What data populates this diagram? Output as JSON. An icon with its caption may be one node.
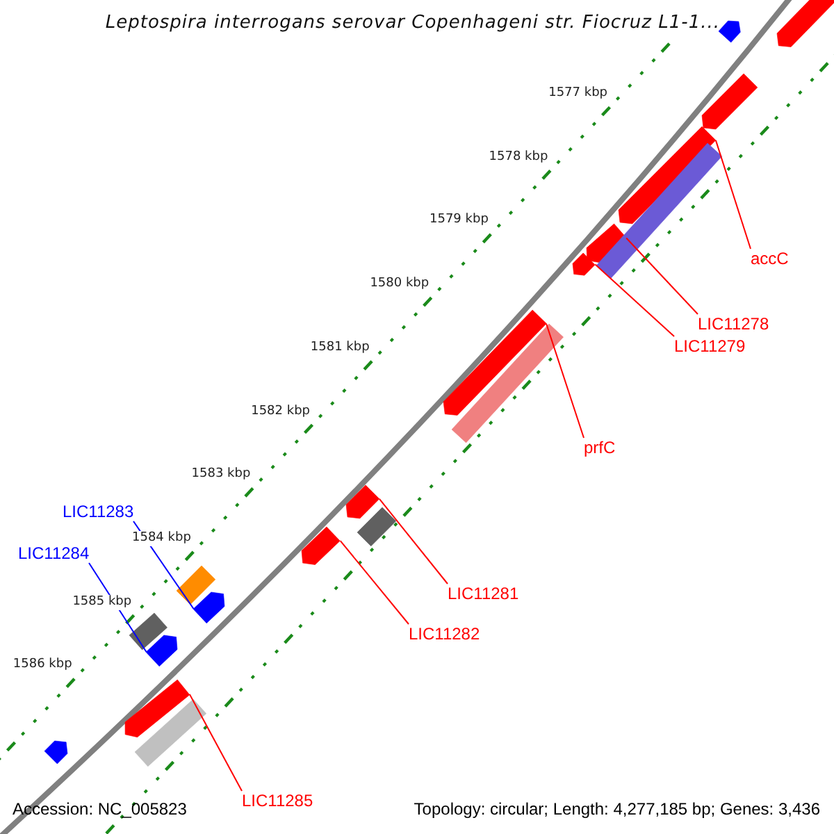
{
  "diagram": {
    "title": "Leptospira interrogans serovar Copenhageni str. Fiocruz L1-1...",
    "nodes": [
      {
        "text": [],
        "shape": "arrow"
      },
      {
        "text": [],
        "shape": "arrow"
      },
      {
        "text": [],
        "shape": "arrow"
      },
      {
        "text": [],
        "shape": "arrow"
      },
      {
        "text": [],
        "shape": "arrow"
      },
      {
        "text": [],
        "shape": "arrow"
      },
      {
        "text": [],
        "shape": "bar"
      },
      {
        "text": [],
        "shape": "arrow"
      },
      {
        "text": [],
        "shape": "bar"
      },
      {
        "text": [],
        "shape": "arrow"
      },
      {
        "text": [],
        "shape": "bar"
      },
      {
        "text": [],
        "shape": "arrow"
      },
      {
        "text": [],
        "shape": "arrow"
      },
      {
        "text": [],
        "shape": "bar"
      },
      {
        "text": [],
        "shape": "bar"
      },
      {
        "text": [],
        "shape": "arrow"
      },
      {
        "text": [],
        "shape": "bar"
      },
      {
        "text": [],
        "shape": "arrow"
      },
      {
        "text": [],
        "shape": "arrow"
      },
      {
        "text": [
          "accC"
        ]
      },
      {
        "text": [
          "LIC11278"
        ]
      },
      {
        "text": [
          "LIC11279"
        ]
      },
      {
        "text": [
          "prfC"
        ]
      },
      {
        "text": [
          "LIC11281"
        ]
      },
      {
        "text": [
          "LIC11282"
        ]
      },
      {
        "text": [
          "LIC11285"
        ]
      },
      {
        "text": [
          "LIC11283"
        ]
      },
      {
        "text": [
          "LIC11284"
        ]
      }
    ],
    "edges": [
      {
        "from": 19,
        "to": 3,
        "arrow": "none"
      },
      {
        "from": 20,
        "to": 4,
        "arrow": "none"
      },
      {
        "from": 21,
        "to": 5,
        "arrow": "none"
      },
      {
        "from": 22,
        "to": 7,
        "arrow": "none"
      },
      {
        "from": 23,
        "to": 9,
        "arrow": "none"
      },
      {
        "from": 24,
        "to": 11,
        "arrow": "none"
      },
      {
        "from": 25,
        "to": 12,
        "arrow": "none"
      },
      {
        "from": 26,
        "to": 15,
        "arrow": "none",
        "color": "#0000ff"
      },
      {
        "from": 27,
        "to": 17,
        "arrow": "none",
        "color": "#0000ff"
      }
    ],
    "labels": [
      "1577 kbp",
      "1578 kbp",
      "1579 kbp",
      "1580 kbp",
      "1581 kbp",
      "1582 kbp",
      "1583 kbp",
      "1584 kbp",
      "1585 kbp",
      "1586 kbp",
      "Accession: NC_005823",
      "Topology: circular; Length: 4,277,185 bp; Genes: 3,436"
    ]
  }
}
